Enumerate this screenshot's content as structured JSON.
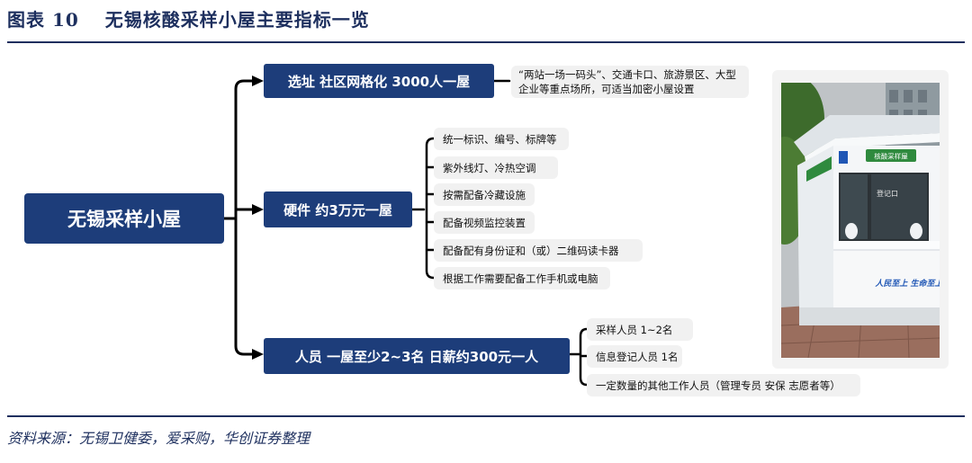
{
  "figure": {
    "title": "图表 10　 无锡核酸采样小屋主要指标一览",
    "source": "资料来源：无锡卫健委，爱采购，华创证券整理"
  },
  "mindmap": {
    "root": "无锡采样小屋",
    "site": {
      "label": "选址 社区网格化 3000人一屋",
      "note": "“两站一场一码头”、交通卡口、旅游景区、大型企业等重点场所，可适当加密小屋设置"
    },
    "hardware": {
      "label": "硬件 约3万元一屋",
      "items": [
        "统一标识、编号、标牌等",
        "紫外线灯、冷热空调",
        "按需配备冷藏设施",
        "配备视频监控装置",
        "配备配有身份证和（或）二维码读卡器",
        "根据工作需要配备工作手机或电脑"
      ]
    },
    "staff": {
      "label": "人员 一屋至少2~3名 日薪约300元一人",
      "items": [
        "采样人员 1~2名",
        "信息登记人员 1名",
        "一定数量的其他工作人员（管理专员 安保 志愿者等）"
      ]
    }
  },
  "photo": {
    "booth_sign": "核酸采样屋",
    "window_sign": "登记口",
    "slogan": "人民至上 生命至上",
    "colors": {
      "booth": "#f4f6f8",
      "blue": "#1f56b5",
      "green": "#2f8a3e",
      "sky": "#bfc3c6",
      "pavement": "#9a6e5e"
    }
  }
}
